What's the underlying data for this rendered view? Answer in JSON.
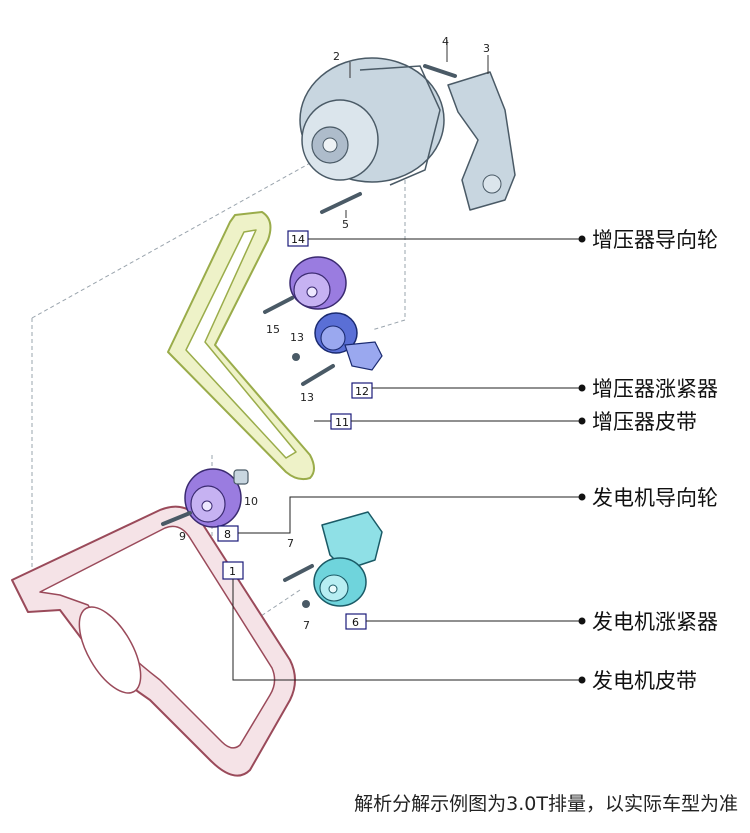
{
  "part_numbers": {
    "alternator": "2",
    "bracket": "3",
    "bracket_bolt": "4",
    "alternator_bolt": "5",
    "gen_tensioner": "6",
    "gen_tensioner_bolt": "7",
    "gen_tensioner_nut": "7",
    "gen_idler": "8",
    "gen_idler_bolt": "9",
    "gen_idler_cap": "10",
    "sc_belt": "11",
    "sc_tensioner": "12",
    "sc_tensioner_nut": "13",
    "sc_tensioner_bolt": "13",
    "sc_idler": "14",
    "sc_idler_bolt": "15",
    "gen_belt": "1"
  },
  "callouts": {
    "sc_idler": "增压器导向轮",
    "sc_tensioner": "增压器涨紧器",
    "sc_belt": "增压器皮带",
    "gen_idler": "发电机导向轮",
    "gen_tensioner": "发电机涨紧器",
    "gen_belt": "发电机皮带"
  },
  "caption": "解析分解示例图为3.0T排量，以实际车型为准",
  "colors": {
    "sc_belt": "#c9d68a",
    "gen_belt": "#c98a96",
    "idler_purple": "#9a7ce0",
    "tensioner_blue": "#5a6fd6",
    "gen_tensioner_teal": "#6fd4dc",
    "metal": "#c8d6e0"
  }
}
